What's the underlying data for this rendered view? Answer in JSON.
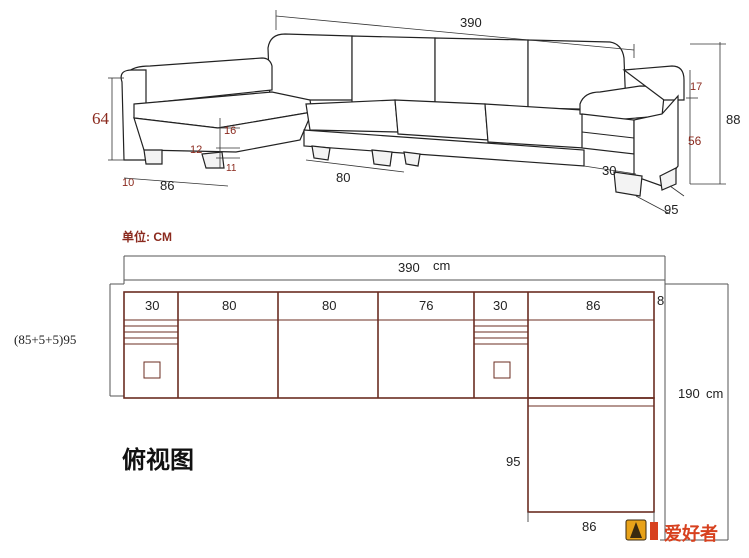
{
  "elevation": {
    "total_width": "390",
    "chaise_height": "64",
    "seat_cushion": "16",
    "seat_base": "12",
    "leg": "11",
    "chaise_depth": "86",
    "chaise_leg_offset": "10",
    "seat_section": "80",
    "arm_width": "30",
    "arm_top": "17",
    "base_height": "56",
    "total_height": "88",
    "depth": "95"
  },
  "unit_label": "单位: CM",
  "plan": {
    "total_width": "390",
    "total_unit": "cm",
    "depth_label": "(85+5+5)95",
    "segments": [
      "30",
      "80",
      "80",
      "76",
      "30",
      "86"
    ],
    "right_edge": "8",
    "length": "190",
    "length_unit": "cm",
    "chaise_depth": "95",
    "chaise_width": "86",
    "title": "俯视图"
  },
  "watermark": "爱好者"
}
